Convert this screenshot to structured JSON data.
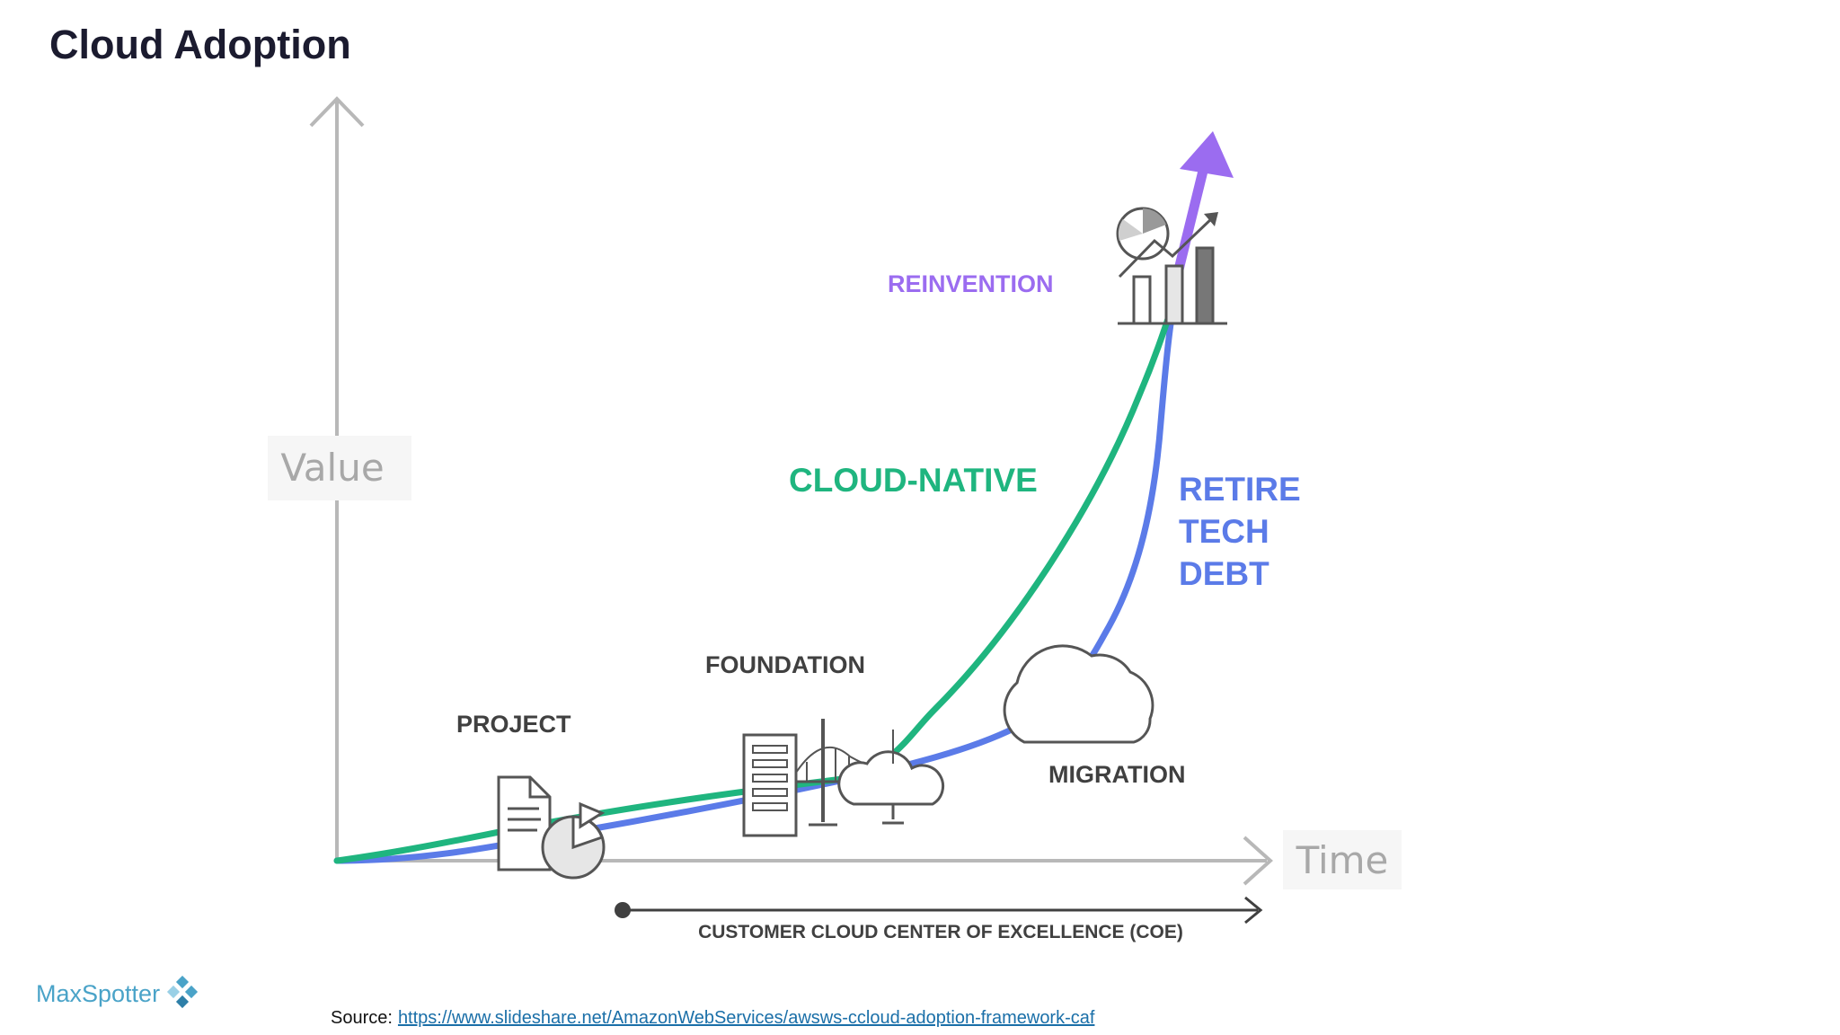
{
  "slide": {
    "title": "Cloud Adoption"
  },
  "diagram": {
    "y_axis_label": "Value",
    "x_axis_label": "Time",
    "stages": {
      "project": "PROJECT",
      "foundation": "FOUNDATION",
      "migration": "MIGRATION",
      "reinvention": "REINVENTION"
    },
    "paths": {
      "cloud_native": "CLOUD-NATIVE",
      "retire_line1": "RETIRE",
      "retire_line2": "TECH",
      "retire_line3": "DEBT"
    },
    "coe_label": "CUSTOMER CLOUD CENTER OF EXCELLENCE (COE)",
    "colors": {
      "green": "#1fb57f",
      "blue": "#5b7be8",
      "purple": "#9b6cf0",
      "axis": "#b8b8b8",
      "dark": "#404040"
    }
  },
  "footer": {
    "logo_text": "MaxSpotter",
    "source_label": "Source:",
    "source_url": "https://www.slideshare.net/AmazonWebServices/awsws-ccloud-adoption-framework-caf"
  }
}
